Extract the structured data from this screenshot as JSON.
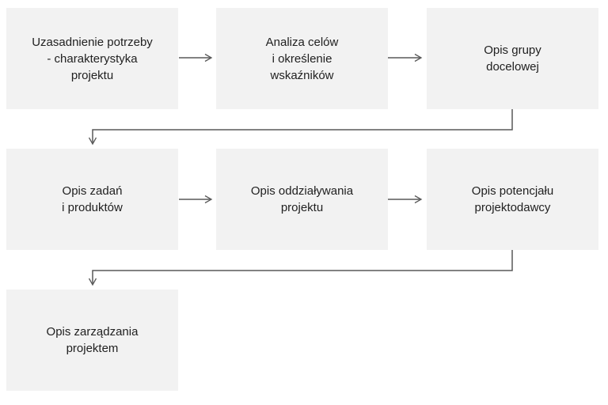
{
  "diagram": {
    "boxes": [
      {
        "label": "Uzasadnienie potrzeby\n- charakterystyka\nprojektu"
      },
      {
        "label": "Analiza celów\ni określenie\nwskaźników"
      },
      {
        "label": "Opis grupy\ndocelowej"
      },
      {
        "label": "Opis zadań\ni produktów"
      },
      {
        "label": "Opis oddziaływania\nprojektu"
      },
      {
        "label": "Opis potencjału\nprojektodawcy"
      },
      {
        "label": "Opis zarządzania\nprojektem"
      }
    ],
    "colors": {
      "box_fill": "#f2f2f2",
      "connector": "#595959",
      "text": "#212121",
      "background": "#ffffff"
    }
  }
}
